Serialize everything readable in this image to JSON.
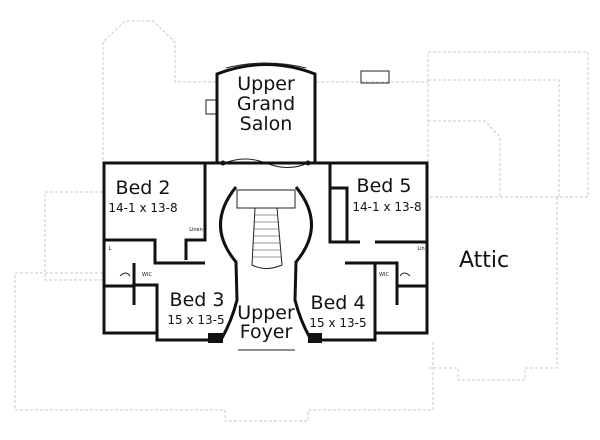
{
  "rooms": {
    "salon": [
      "Upper",
      "Grand",
      "Salon"
    ],
    "bed2": {
      "name": "Bed 2",
      "size": "14-1 x 13-8"
    },
    "bed5": {
      "name": "Bed 5",
      "size": "14-1 x 13-8"
    },
    "bed3": {
      "name": "Bed 3",
      "size": "15 x 13-5"
    },
    "bed4": {
      "name": "Bed 4",
      "size": "15 x 13-5"
    },
    "foyer": [
      "Upper",
      "Foyer"
    ],
    "attic": "Attic"
  },
  "small_labels": {
    "linen": "Linen",
    "lin": "Lin",
    "l": "L",
    "wic_left": "WIC",
    "wic_right": "WIC"
  }
}
